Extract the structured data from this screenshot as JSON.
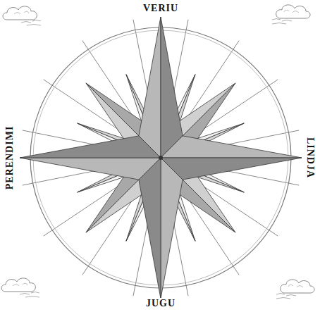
{
  "diagram": {
    "labels": [
      "VERIU",
      "LINDJA",
      "JUGU",
      "PERENDIMI"
    ]
  }
}
